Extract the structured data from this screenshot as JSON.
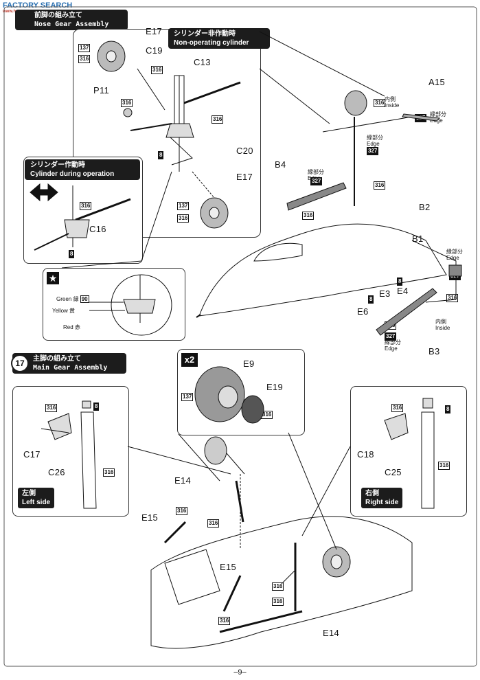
{
  "watermark": {
    "brand": "FACTORY SEARCH",
    "url": "www.hasegawa.com"
  },
  "step16": {
    "jp_title": "前脚の組み立て",
    "en_title": "Nose Gear Assembly",
    "non_op": {
      "jp": "シリンダー非作動時",
      "en": "Non-operating cylinder"
    },
    "op": {
      "jp": "シリンダー作動時",
      "en": "Cylinder during operation"
    },
    "parts": [
      "E17",
      "C19",
      "C13",
      "P11",
      "C20",
      "E17",
      "C16",
      "A15",
      "B4",
      "B2",
      "B1",
      "E3",
      "E4",
      "E6",
      "B3"
    ],
    "paints": [
      "137",
      "316",
      "316",
      "316",
      "316",
      "8",
      "137",
      "316",
      "316",
      "8",
      "316",
      "327",
      "316",
      "327",
      "316",
      "316",
      "8",
      "8",
      "327",
      "316",
      "327"
    ],
    "edge_jp": "縁部分",
    "edge_en": "Edge",
    "inside_jp": "内側",
    "inside_en": "Inside",
    "star": {
      "green": "Green 緑",
      "green_num": "90",
      "yellow": "Yellow 黄",
      "red": "Red 赤"
    }
  },
  "step17": {
    "num": "17",
    "jp_title": "主脚の組み立て",
    "en_title": "Main Gear Assembly",
    "x2": "x2",
    "parts": [
      "E9",
      "E19",
      "C17",
      "C26",
      "C18",
      "C25",
      "E14",
      "E15",
      "E15",
      "E14"
    ],
    "left_side": {
      "jp": "左側",
      "en": "Left side"
    },
    "right_side": {
      "jp": "右側",
      "en": "Right side"
    }
  },
  "page_number": "–9–"
}
